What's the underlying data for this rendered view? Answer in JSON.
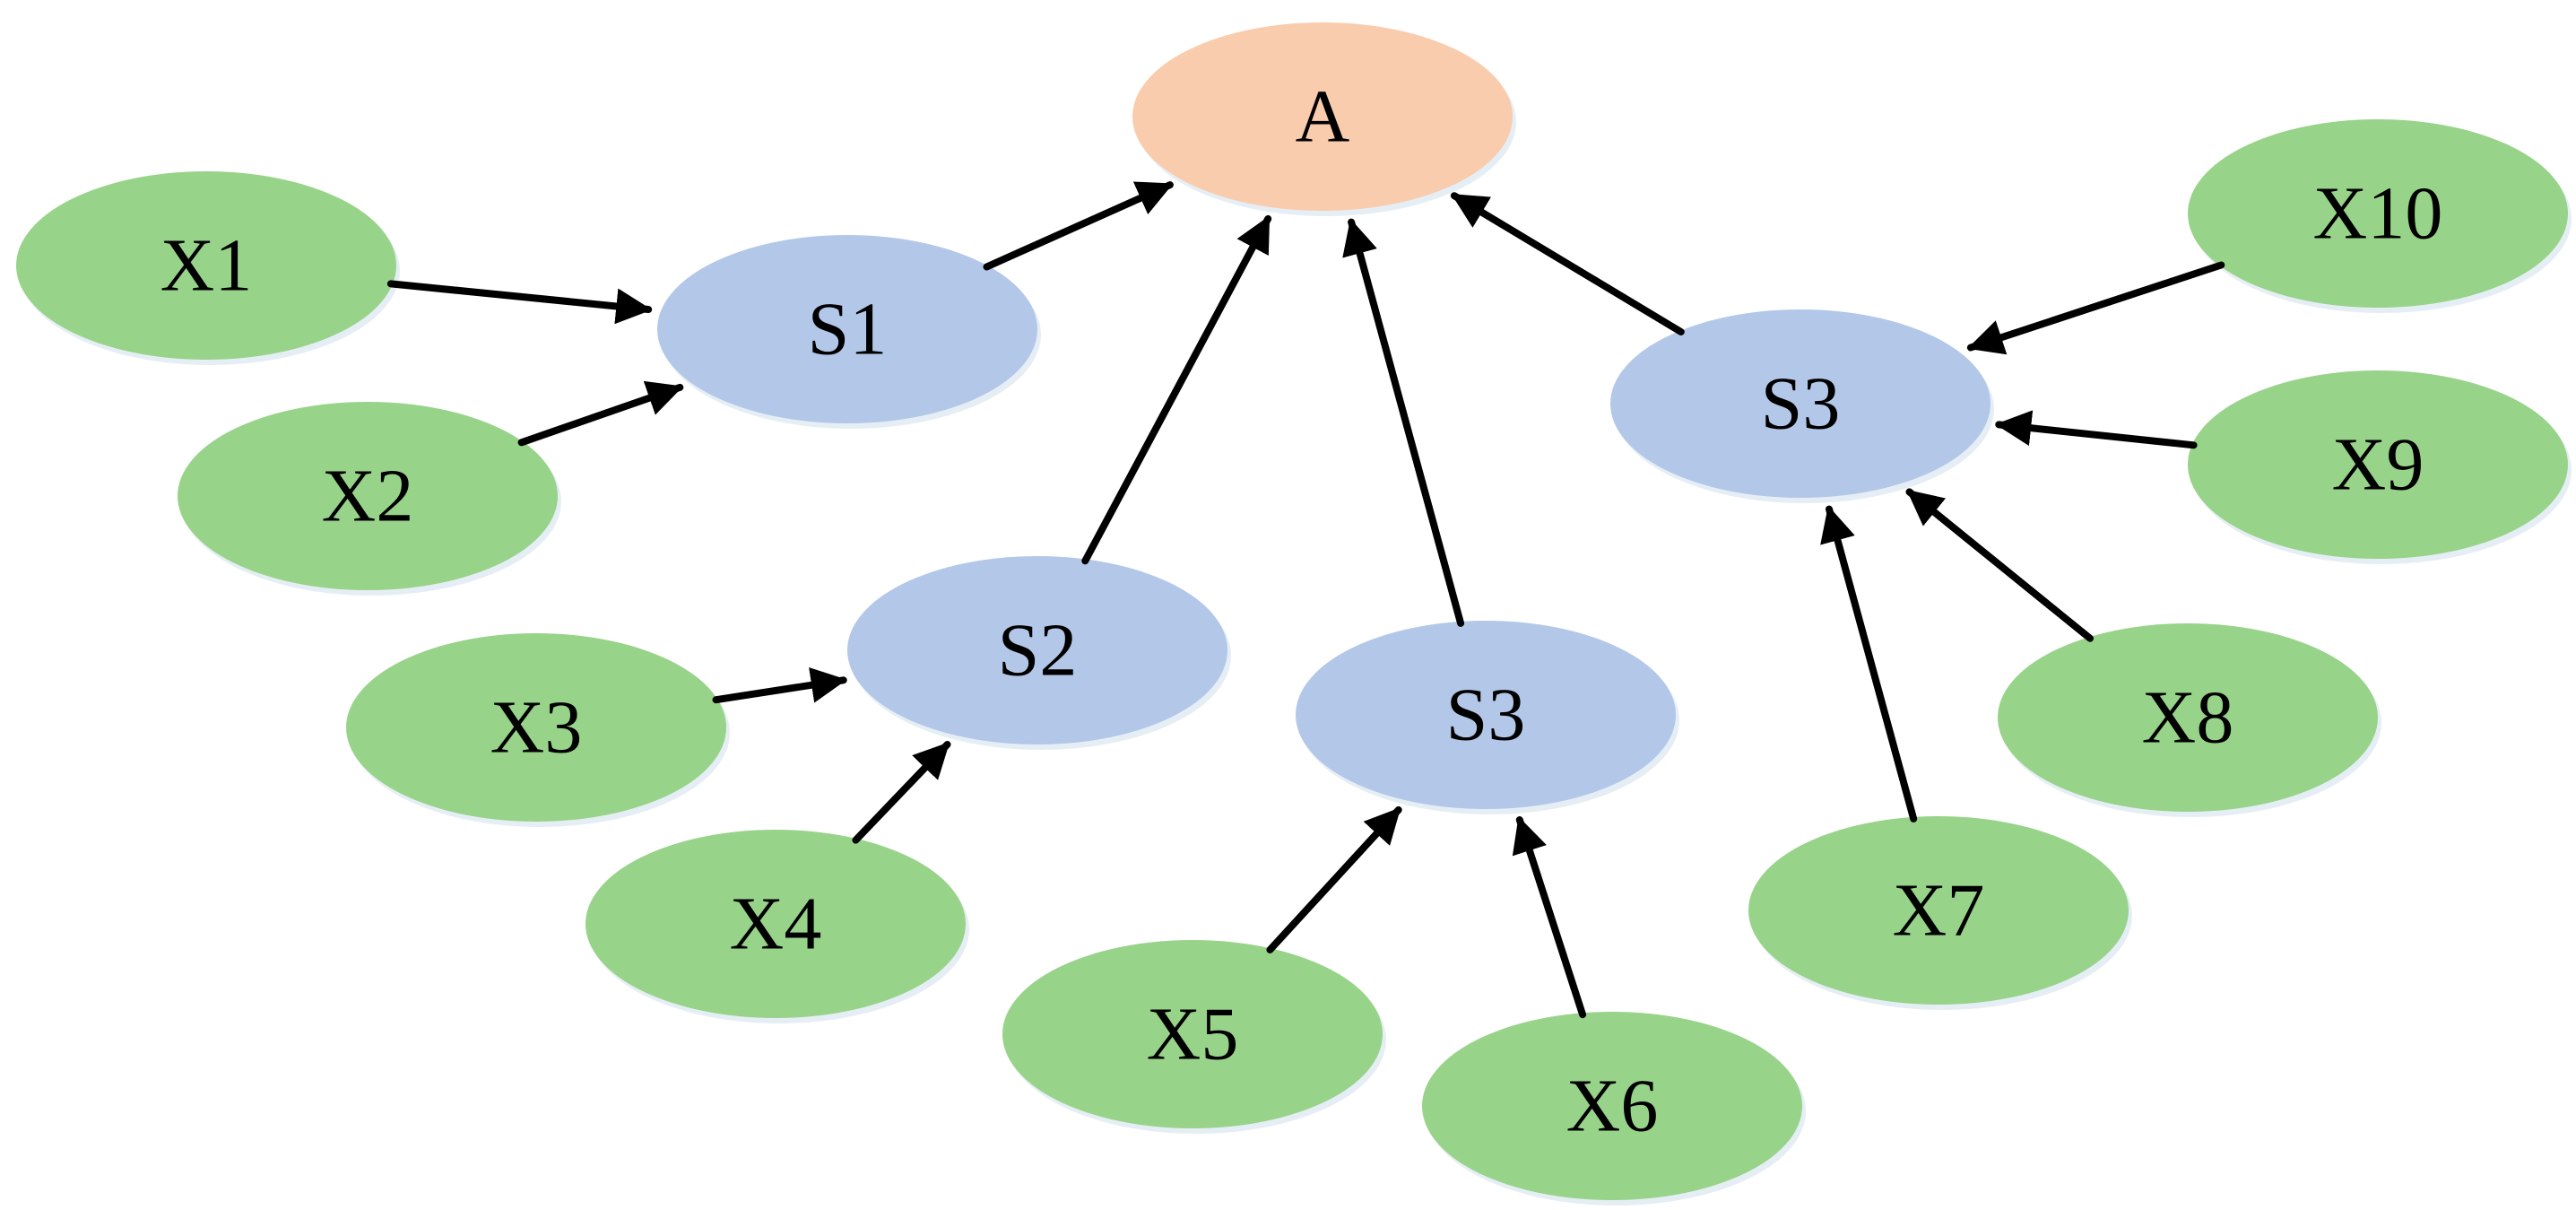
{
  "colors": {
    "root": "#f9ccae",
    "summary": "#b3c7e8",
    "input": "#98d38a",
    "edge": "#000000",
    "background": "#ffffff"
  },
  "nodes": [
    {
      "id": "A",
      "label": "A",
      "kind": "root"
    },
    {
      "id": "S1",
      "label": "S1",
      "kind": "summary"
    },
    {
      "id": "S2",
      "label": "S2",
      "kind": "summary"
    },
    {
      "id": "S3a",
      "label": "S3",
      "kind": "summary"
    },
    {
      "id": "S3b",
      "label": "S3",
      "kind": "summary"
    },
    {
      "id": "X1",
      "label": "X1",
      "kind": "input"
    },
    {
      "id": "X2",
      "label": "X2",
      "kind": "input"
    },
    {
      "id": "X3",
      "label": "X3",
      "kind": "input"
    },
    {
      "id": "X4",
      "label": "X4",
      "kind": "input"
    },
    {
      "id": "X5",
      "label": "X5",
      "kind": "input"
    },
    {
      "id": "X6",
      "label": "X6",
      "kind": "input"
    },
    {
      "id": "X7",
      "label": "X7",
      "kind": "input"
    },
    {
      "id": "X8",
      "label": "X8",
      "kind": "input"
    },
    {
      "id": "X9",
      "label": "X9",
      "kind": "input"
    },
    {
      "id": "X10",
      "label": "X10",
      "kind": "input"
    }
  ],
  "edges": [
    {
      "from": "X1",
      "to": "S1"
    },
    {
      "from": "X2",
      "to": "S1"
    },
    {
      "from": "S1",
      "to": "A"
    },
    {
      "from": "X3",
      "to": "S2"
    },
    {
      "from": "X4",
      "to": "S2"
    },
    {
      "from": "S2",
      "to": "A"
    },
    {
      "from": "S3a",
      "to": "A"
    },
    {
      "from": "X5",
      "to": "S3a"
    },
    {
      "from": "X6",
      "to": "S3a"
    },
    {
      "from": "S3b",
      "to": "A"
    },
    {
      "from": "X7",
      "to": "S3b"
    },
    {
      "from": "X8",
      "to": "S3b"
    },
    {
      "from": "X9",
      "to": "S3b"
    },
    {
      "from": "X10",
      "to": "S3b"
    }
  ]
}
